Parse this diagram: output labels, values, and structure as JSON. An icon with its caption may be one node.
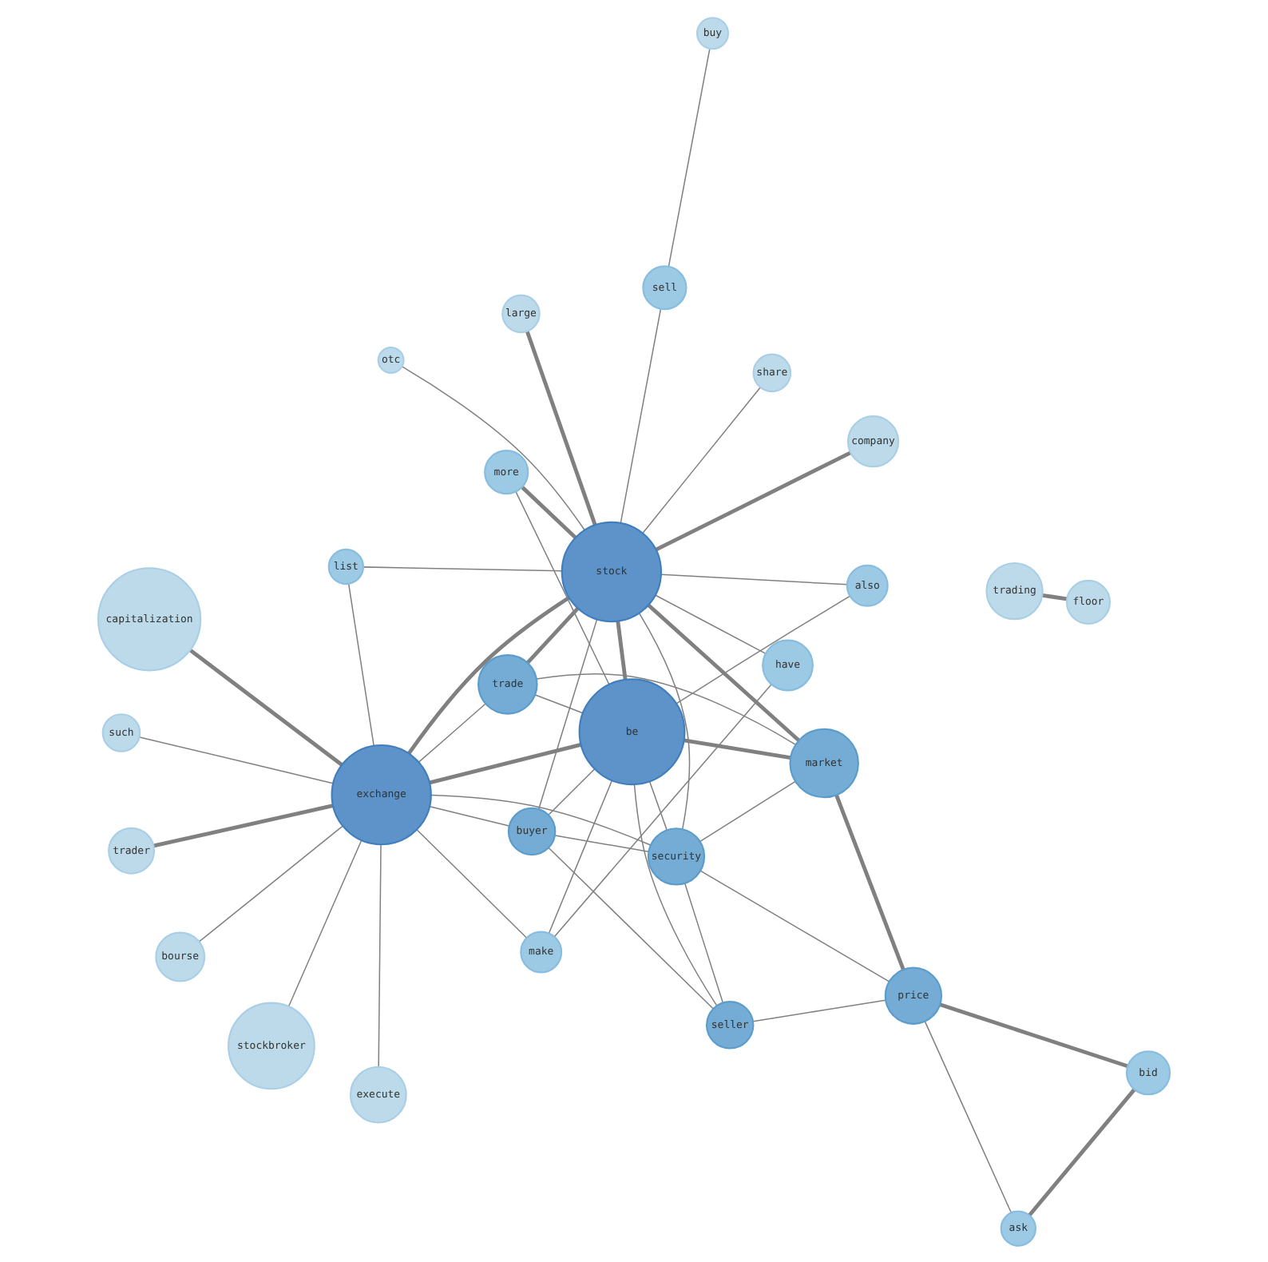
{
  "diagram": {
    "nodes": [
      {
        "text": [
          "ask"
        ]
      },
      {
        "text": [
          "bid"
        ]
      },
      {
        "text": [
          "also"
        ]
      },
      {
        "text": [
          "such"
        ]
      },
      {
        "text": [
          "company"
        ]
      },
      {
        "text": [
          "make"
        ]
      },
      {
        "text": [
          "otc"
        ]
      },
      {
        "text": [
          "price"
        ]
      },
      {
        "text": [
          "bourse"
        ]
      },
      {
        "text": [
          "have"
        ]
      },
      {
        "text": [
          "stockbroker"
        ]
      },
      {
        "text": [
          "be"
        ]
      },
      {
        "text": [
          "share"
        ]
      },
      {
        "text": [
          "trade"
        ]
      },
      {
        "text": [
          "stock"
        ]
      },
      {
        "text": [
          "seller"
        ]
      },
      {
        "text": [
          "exchange"
        ]
      },
      {
        "text": [
          "trader"
        ]
      },
      {
        "text": [
          "list"
        ]
      },
      {
        "text": [
          "buyer"
        ]
      },
      {
        "text": [
          "more"
        ]
      },
      {
        "text": [
          "large"
        ]
      },
      {
        "text": [
          "market"
        ]
      },
      {
        "text": [
          "security"
        ]
      },
      {
        "text": [
          "sell"
        ]
      },
      {
        "text": [
          "execute"
        ]
      },
      {
        "text": [
          "trading"
        ]
      },
      {
        "text": [
          "capitalization"
        ]
      },
      {
        "text": [
          "floor"
        ]
      },
      {
        "text": [
          "buy"
        ]
      }
    ],
    "edges": [
      {
        "from": 0,
        "to": 1,
        "arrow": "none",
        "style": "thick"
      },
      {
        "from": 0,
        "to": 7,
        "arrow": "none"
      },
      {
        "from": 1,
        "to": 7,
        "arrow": "none",
        "style": "thick"
      },
      {
        "from": 7,
        "to": 23,
        "arrow": "none"
      },
      {
        "from": 6,
        "to": 14,
        "arrow": "none"
      },
      {
        "from": 4,
        "to": 14,
        "arrow": "none",
        "style": "thick"
      },
      {
        "from": 7,
        "to": 22,
        "arrow": "none",
        "style": "thick"
      },
      {
        "from": 7,
        "to": 15,
        "arrow": "none"
      },
      {
        "from": 2,
        "to": 11,
        "arrow": "none"
      },
      {
        "from": 2,
        "to": 14,
        "arrow": "none"
      },
      {
        "from": 5,
        "to": 11,
        "arrow": "none"
      },
      {
        "from": 5,
        "to": 16,
        "arrow": "none"
      },
      {
        "from": 5,
        "to": 9,
        "arrow": "none"
      },
      {
        "from": 8,
        "to": 16,
        "arrow": "none"
      },
      {
        "from": 3,
        "to": 16,
        "arrow": "none"
      },
      {
        "from": 9,
        "to": 14,
        "arrow": "none"
      },
      {
        "from": 12,
        "to": 14,
        "arrow": "none"
      },
      {
        "from": 13,
        "to": 14,
        "arrow": "none",
        "style": "thick"
      },
      {
        "from": 13,
        "to": 11,
        "arrow": "none"
      },
      {
        "from": 13,
        "to": 16,
        "arrow": "none"
      },
      {
        "from": 13,
        "to": 22,
        "arrow": "none"
      },
      {
        "from": 15,
        "to": 11,
        "arrow": "none"
      },
      {
        "from": 15,
        "to": 19,
        "arrow": "none"
      },
      {
        "from": 15,
        "to": 23,
        "arrow": "none"
      },
      {
        "from": 17,
        "to": 16,
        "arrow": "none",
        "style": "thick"
      },
      {
        "from": 10,
        "to": 16,
        "arrow": "none"
      },
      {
        "from": 14,
        "to": 18,
        "arrow": "none"
      },
      {
        "from": 16,
        "to": 18,
        "arrow": "none"
      },
      {
        "from": 14,
        "to": 24,
        "arrow": "none"
      },
      {
        "from": 24,
        "to": 29,
        "arrow": "none"
      },
      {
        "from": 16,
        "to": 27,
        "arrow": "none",
        "style": "thick"
      },
      {
        "from": 26,
        "to": 28,
        "arrow": "none",
        "style": "thick"
      },
      {
        "from": 25,
        "to": 16,
        "arrow": "none"
      },
      {
        "from": 21,
        "to": 14,
        "arrow": "none",
        "style": "thick"
      },
      {
        "from": 20,
        "to": 14,
        "arrow": "none",
        "style": "thick"
      },
      {
        "from": 20,
        "to": 11,
        "arrow": "none"
      },
      {
        "from": 19,
        "to": 16,
        "arrow": "none"
      },
      {
        "from": 19,
        "to": 11,
        "arrow": "none"
      },
      {
        "from": 19,
        "to": 23,
        "arrow": "none"
      },
      {
        "from": 19,
        "to": 14,
        "arrow": "none"
      },
      {
        "from": 16,
        "to": 23,
        "arrow": "none"
      },
      {
        "from": 11,
        "to": 23,
        "arrow": "none"
      },
      {
        "from": 14,
        "to": 23,
        "arrow": "none"
      },
      {
        "from": 14,
        "to": 22,
        "arrow": "none",
        "style": "thick"
      },
      {
        "from": 11,
        "to": 22,
        "arrow": "none",
        "style": "thick"
      },
      {
        "from": 11,
        "to": 14,
        "arrow": "none",
        "style": "thick"
      },
      {
        "from": 11,
        "to": 16,
        "arrow": "none",
        "style": "thick"
      },
      {
        "from": 14,
        "to": 16,
        "arrow": "none",
        "style": "thick"
      },
      {
        "from": 22,
        "to": 23,
        "arrow": "none"
      }
    ]
  }
}
